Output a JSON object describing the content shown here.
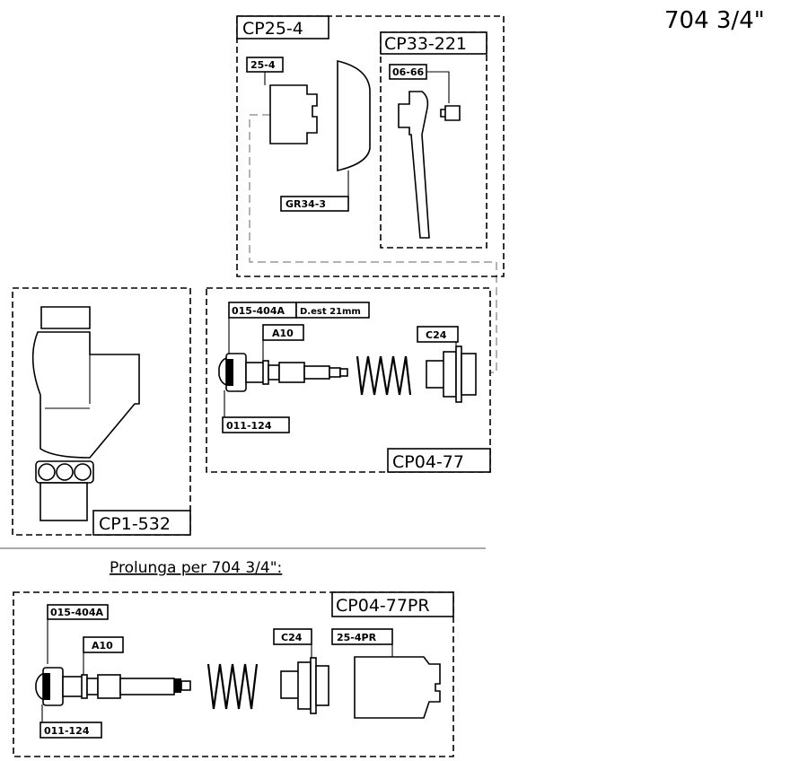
{
  "title": "704 3/4\"",
  "groups": {
    "cp25_4": {
      "label": "CP25-4",
      "parts": {
        "p25_4": "25-4",
        "gr34_3": "GR34-3"
      }
    },
    "cp33_221": {
      "label": "CP33-221",
      "parts": {
        "p06_66": "06-66"
      }
    },
    "cp1_532": {
      "label": "CP1-532"
    },
    "cp04_77": {
      "label": "CP04-77",
      "parts": {
        "p015": "015-404A",
        "dest": "D.est 21mm",
        "a10": "A10",
        "c24": "C24",
        "p011": "011-124"
      }
    },
    "cp04_77pr": {
      "label": "CP04-77PR",
      "parts": {
        "p015": "015-404A",
        "a10": "A10",
        "c24": "C24",
        "p25_4pr": "25-4PR",
        "p011": "011-124"
      }
    }
  },
  "section_title": "Prolunga per 704 3/4\":"
}
